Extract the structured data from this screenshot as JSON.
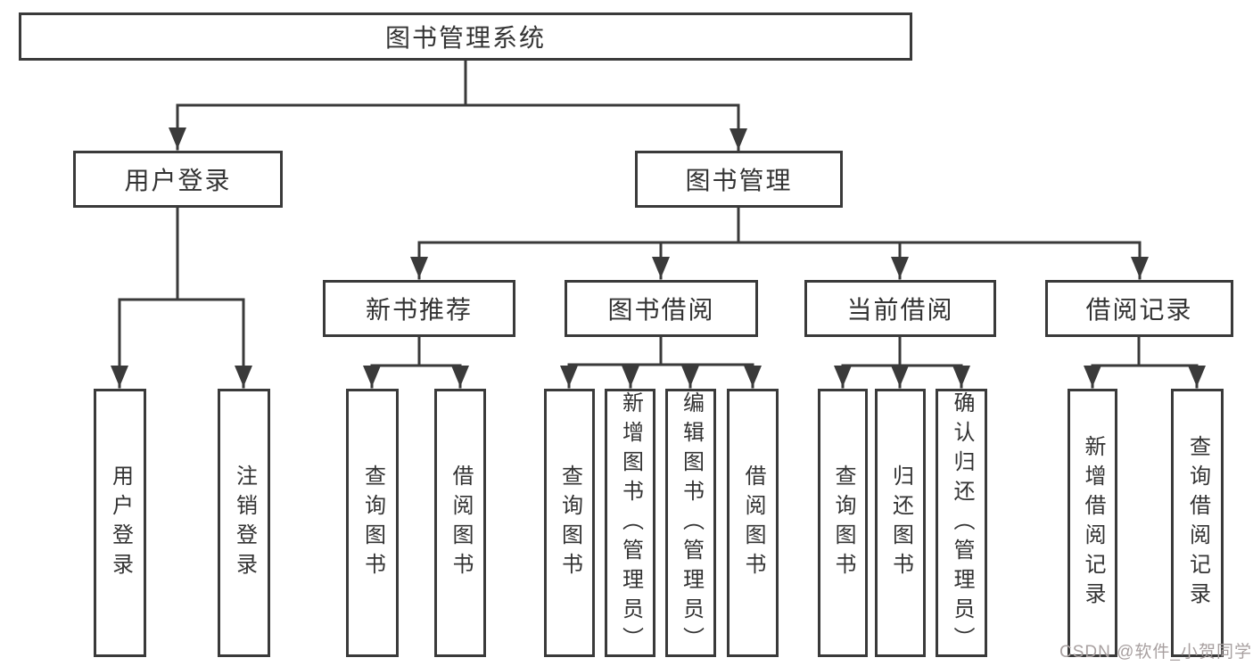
{
  "diagram": {
    "kind": "hierarchy-tree",
    "title": "图书管理系统"
  },
  "tree": {
    "label": "图书管理系统",
    "children": [
      {
        "label": "用户登录",
        "children": [
          {
            "label": "用户登录"
          },
          {
            "label": "注销登录"
          }
        ]
      },
      {
        "label": "图书管理",
        "children": [
          {
            "label": "新书推荐",
            "children": [
              {
                "label": "查询图书"
              },
              {
                "label": "借阅图书"
              }
            ]
          },
          {
            "label": "图书借阅",
            "children": [
              {
                "label": "查询图书"
              },
              {
                "label": "新增图书（管理员）"
              },
              {
                "label": "编辑图书（管理员）"
              },
              {
                "label": "借阅图书"
              }
            ]
          },
          {
            "label": "当前借阅",
            "children": [
              {
                "label": "查询图书"
              },
              {
                "label": "归还图书"
              },
              {
                "label": "确认归还（管理员）"
              }
            ]
          },
          {
            "label": "借阅记录",
            "children": [
              {
                "label": "新增借阅记录"
              },
              {
                "label": "查询借阅记录"
              }
            ]
          }
        ]
      }
    ]
  },
  "watermark": {
    "text": "CSDN @软件_小贺同学"
  },
  "colors": {
    "line": "#3a3a3a",
    "text": "#333333",
    "background": "#ffffff",
    "watermark": "#a8a0a0"
  }
}
